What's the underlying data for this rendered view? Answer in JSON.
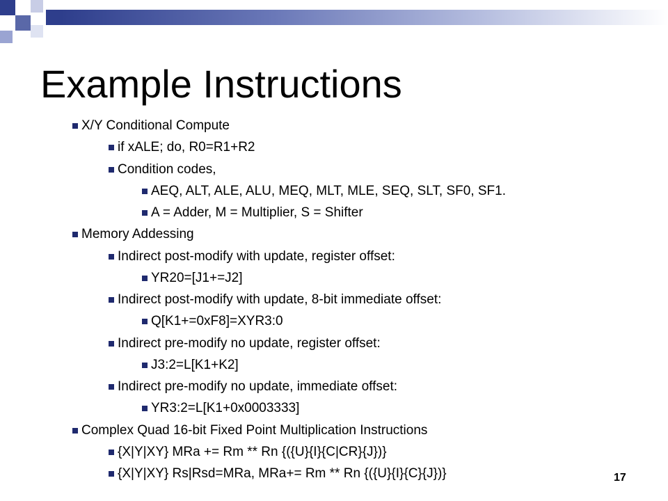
{
  "slide": {
    "title": "Example Instructions",
    "page_number": "17",
    "accent_colors": {
      "dark": "#2e3e8c",
      "mid": "#6a78b8",
      "light": "#b7bfe0",
      "bullet": "#1f2a6e"
    }
  },
  "bullets": [
    {
      "level": 1,
      "text": "X/Y Conditional Compute"
    },
    {
      "level": 2,
      "text": "if xALE; do, R0=R1+R2"
    },
    {
      "level": 2,
      "text": "Condition codes,"
    },
    {
      "level": 3,
      "text": "AEQ, ALT, ALE, ALU, MEQ, MLT, MLE, SEQ, SLT, SF0, SF1."
    },
    {
      "level": 3,
      "text": "A = Adder, M = Multiplier, S = Shifter"
    },
    {
      "level": 1,
      "text": "Memory Addessing"
    },
    {
      "level": 2,
      "text": "Indirect post-modify with update, register offset:"
    },
    {
      "level": 3,
      "text": "YR20=[J1+=J2]"
    },
    {
      "level": 2,
      "text": "Indirect post-modify with update, 8-bit immediate offset:"
    },
    {
      "level": 3,
      "text": "Q[K1+=0xF8]=XYR3:0"
    },
    {
      "level": 2,
      "text": "Indirect pre-modify no update, register offset:"
    },
    {
      "level": 3,
      "text": "J3:2=L[K1+K2]"
    },
    {
      "level": 2,
      "text": "Indirect pre-modify no update, immediate offset:"
    },
    {
      "level": 3,
      "text": "YR3:2=L[K1+0x0003333]"
    },
    {
      "level": 1,
      "text": "Complex Quad 16-bit Fixed Point Multiplication Instructions"
    },
    {
      "level": 2,
      "text": "{X|Y|XY} MRa += Rm ** Rn {({U}{I}{C|CR}{J})}"
    },
    {
      "level": 2,
      "text": "{X|Y|XY} Rs|Rsd=MRa, MRa+= Rm ** Rn {({U}{I}{C}{J})}"
    }
  ]
}
